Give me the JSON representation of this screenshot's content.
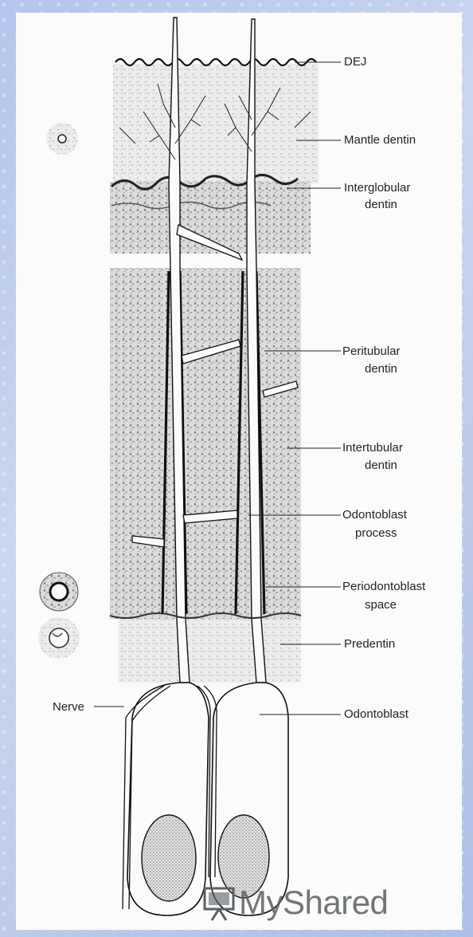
{
  "labels": {
    "dej": "DEJ",
    "mantle": "Mantle dentin",
    "interglobular_1": "Interglobular",
    "interglobular_2": "dentin",
    "peritubular_1": "Peritubular",
    "peritubular_2": "dentin",
    "intertubular_1": "Intertubular",
    "intertubular_2": "dentin",
    "odontoblast_process_1": "Odontoblast",
    "odontoblast_process_2": "process",
    "periodontoblast_1": "Periodontoblast",
    "periodontoblast_2": "space",
    "predentin": "Predentin",
    "nerve": "Nerve",
    "odontoblast": "Odontoblast"
  },
  "watermark": {
    "text": "MyShared",
    "icon": "presentation-board-icon"
  },
  "colors": {
    "background": "#b9c9ea",
    "panel": "#fbfbf9",
    "ink": "#1a1a1a",
    "stipple": "#8a8a8a"
  }
}
